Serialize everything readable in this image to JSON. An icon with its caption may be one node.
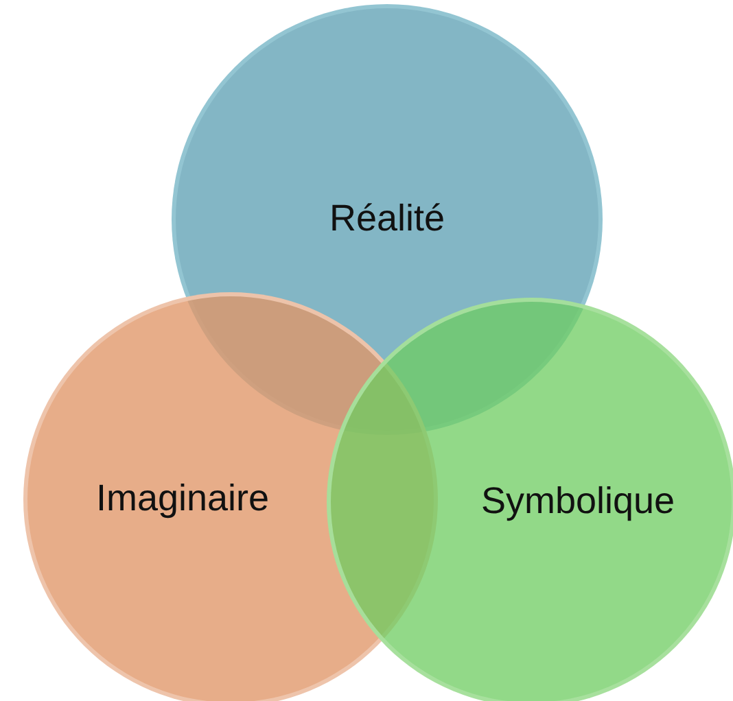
{
  "diagram": {
    "nodes": [
      {
        "text": [
          "Réalité"
        ]
      },
      {
        "text": [
          "Imaginaire"
        ]
      },
      {
        "text": [
          "Symbolique"
        ]
      }
    ]
  }
}
